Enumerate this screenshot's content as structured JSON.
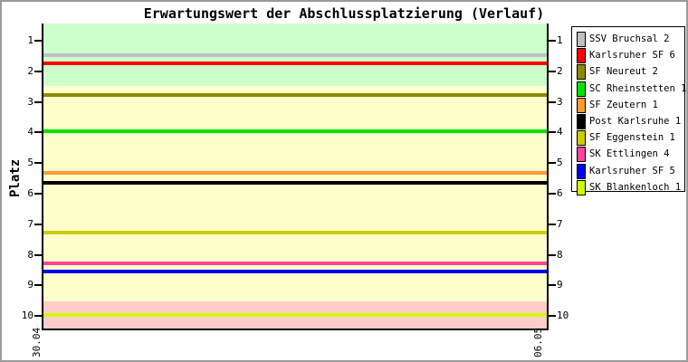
{
  "window": {
    "background": "#FFFFFF",
    "frame_color": "#9A9A9A"
  },
  "chart_data": {
    "type": "line",
    "title": "Erwartungswert der Abschlussplatzierung (Verlauf)",
    "ylabel": "Platz",
    "x_labels": [
      "30.04",
      "06.05"
    ],
    "y_ticks": [
      1,
      2,
      3,
      4,
      5,
      6,
      7,
      8,
      9,
      10
    ],
    "ylim_top_to_bottom": [
      0.435,
      10.47
    ],
    "y_axis_reversed": true,
    "grid": false,
    "legend_position": "right",
    "zones": [
      {
        "name": "top-zone",
        "from": 0.435,
        "to": 2.48,
        "color": "#CCFFCC"
      },
      {
        "name": "midfield-zone",
        "from": 2.48,
        "to": 9.53,
        "color": "#FFFFCC"
      },
      {
        "name": "relegation-zone",
        "from": 9.53,
        "to": 10.47,
        "color": "#FFCCCC"
      }
    ],
    "series": [
      {
        "name": "SSV Bruchsal 2",
        "color": "#C0C0C0",
        "values": [
          1.47,
          1.47
        ]
      },
      {
        "name": "Karlsruher SF 6",
        "color": "#FF0000",
        "values": [
          1.73,
          1.73
        ]
      },
      {
        "name": "SF Neureut 2",
        "color": "#8B8B00",
        "values": [
          2.77,
          2.77
        ]
      },
      {
        "name": "SC Rheinstetten 1",
        "color": "#00E400",
        "values": [
          3.97,
          3.97
        ]
      },
      {
        "name": "SF Zeutern 1",
        "color": "#FF9933",
        "values": [
          5.32,
          5.32
        ]
      },
      {
        "name": "Post Karlsruhe 1",
        "color": "#000000",
        "values": [
          5.65,
          5.65
        ]
      },
      {
        "name": "SF Eggenstein 1",
        "color": "#CCCC00",
        "values": [
          7.27,
          7.27
        ]
      },
      {
        "name": "SK Ettlingen 4",
        "color": "#FF4499",
        "values": [
          8.27,
          8.27
        ]
      },
      {
        "name": "Karlsruher SF 5",
        "color": "#0000EE",
        "values": [
          8.55,
          8.55
        ]
      },
      {
        "name": "SK Blankenloch 1",
        "color": "#CCFF00",
        "values": [
          9.98,
          9.98
        ]
      }
    ]
  }
}
